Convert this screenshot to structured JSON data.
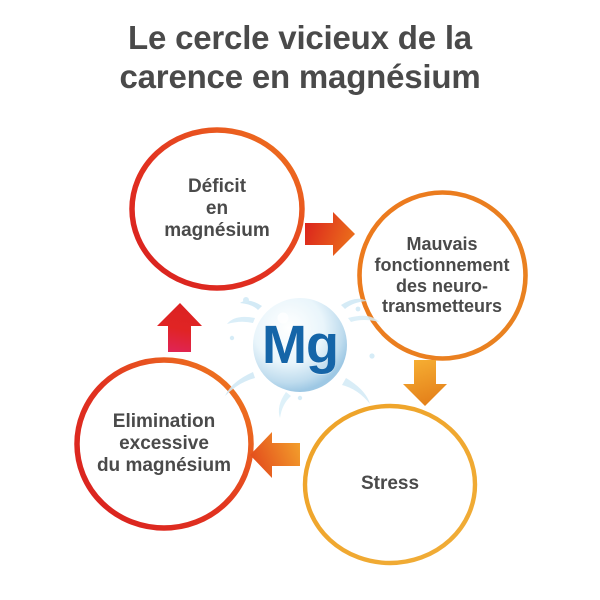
{
  "title": {
    "line1": "Le cercle vicieux de la",
    "line2": "carence en magnésium",
    "color": "#4a4a4a"
  },
  "center": {
    "symbol": "Mg",
    "icon": "water-sphere-icon",
    "text_color": "#1565a8",
    "water_color": "#bfe0f0"
  },
  "cycle": {
    "nodes": [
      {
        "id": "deficit",
        "label": "Déficit\nen\nmagnésium",
        "ring_from": "#e02020",
        "ring_to": "#ef7420"
      },
      {
        "id": "neuro",
        "label": "Mauvais\nfonctionnement\ndes neuro-\ntransmetteurs",
        "ring_from": "#ed7a1e",
        "ring_to": "#e8801f"
      },
      {
        "id": "stress",
        "label": "Stress",
        "ring_from": "#efa52c",
        "ring_to": "#f0ab33"
      },
      {
        "id": "elim",
        "label": "Elimination\nexcessive\ndu magnésium",
        "ring_from": "#e02020",
        "ring_to": "#ef7420"
      }
    ],
    "arrows": [
      {
        "id": "deficit-to-neuro",
        "direction": "right",
        "from": "#dd2420",
        "to": "#e8621c"
      },
      {
        "id": "neuro-to-stress",
        "direction": "down",
        "from": "#f5ab2c",
        "to": "#e8871c"
      },
      {
        "id": "stress-to-elim",
        "direction": "left",
        "from": "#e8591e",
        "to": "#f2a32c"
      },
      {
        "id": "elim-to-deficit",
        "direction": "up",
        "from": "#e02424",
        "to": "#e0245c"
      }
    ]
  }
}
